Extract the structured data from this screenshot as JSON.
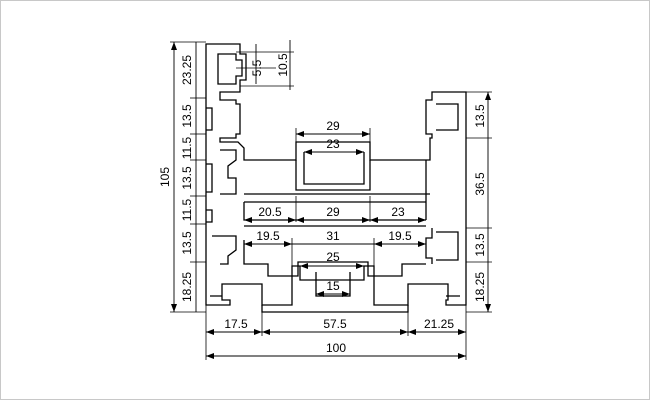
{
  "drawing": {
    "colors": {
      "background": "#ffffff",
      "frame": "#c8c8c8",
      "lines": "#000000"
    },
    "dimensions": {
      "overall_height": "105",
      "overall_width": "100",
      "left": [
        "23.25",
        "13.5",
        "11.5",
        "13.5",
        "11.5",
        "13.5",
        "18.25"
      ],
      "top_slot_depth": "5.5",
      "top_slot_height": "10.5",
      "right": [
        "13.5",
        "36.5",
        "13.5",
        "18.25"
      ],
      "upper_channel_outer": "29",
      "upper_channel_inner": "23",
      "mid_row": [
        "20.5",
        "29",
        "23"
      ],
      "lower_row": [
        "19.5",
        "31",
        "19.5"
      ],
      "lower_channel_inner": "25",
      "lower_channel_slot": "15",
      "bottom_row": [
        "17.5",
        "57.5",
        "21.25"
      ]
    }
  }
}
